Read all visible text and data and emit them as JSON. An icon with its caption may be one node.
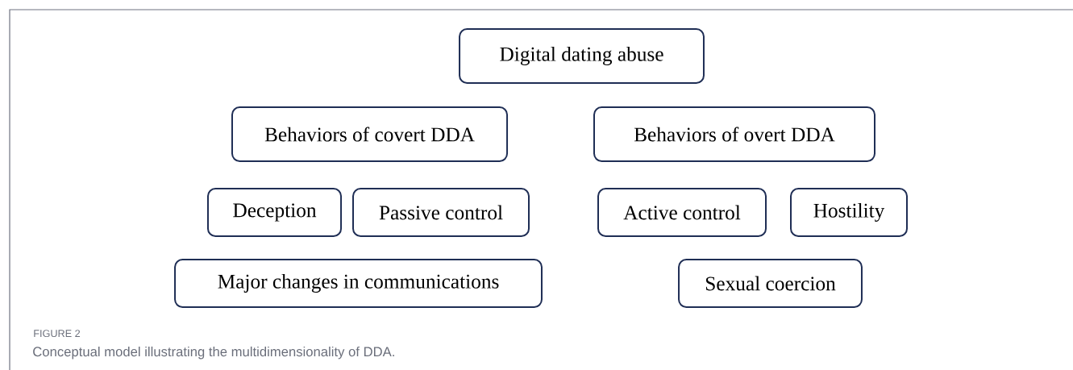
{
  "diagram": {
    "caption": "Conceptual model illustrating the multidimensionality of DDA.",
    "nodes": [
      {
        "text": [
          "Digital dating abuse"
        ]
      },
      {
        "text": [
          "Behaviors of covert DDA"
        ]
      },
      {
        "text": [
          "Behaviors of overt DDA"
        ]
      },
      {
        "text": [
          "Deception"
        ]
      },
      {
        "text": [
          "Passive control"
        ]
      },
      {
        "text": [
          "Active control"
        ]
      },
      {
        "text": [
          "Hostility"
        ]
      },
      {
        "text": [
          "Major changes in communications"
        ]
      },
      {
        "text": [
          "Sexual coercion"
        ]
      }
    ],
    "labels": [
      "FIGURE 2"
    ]
  }
}
